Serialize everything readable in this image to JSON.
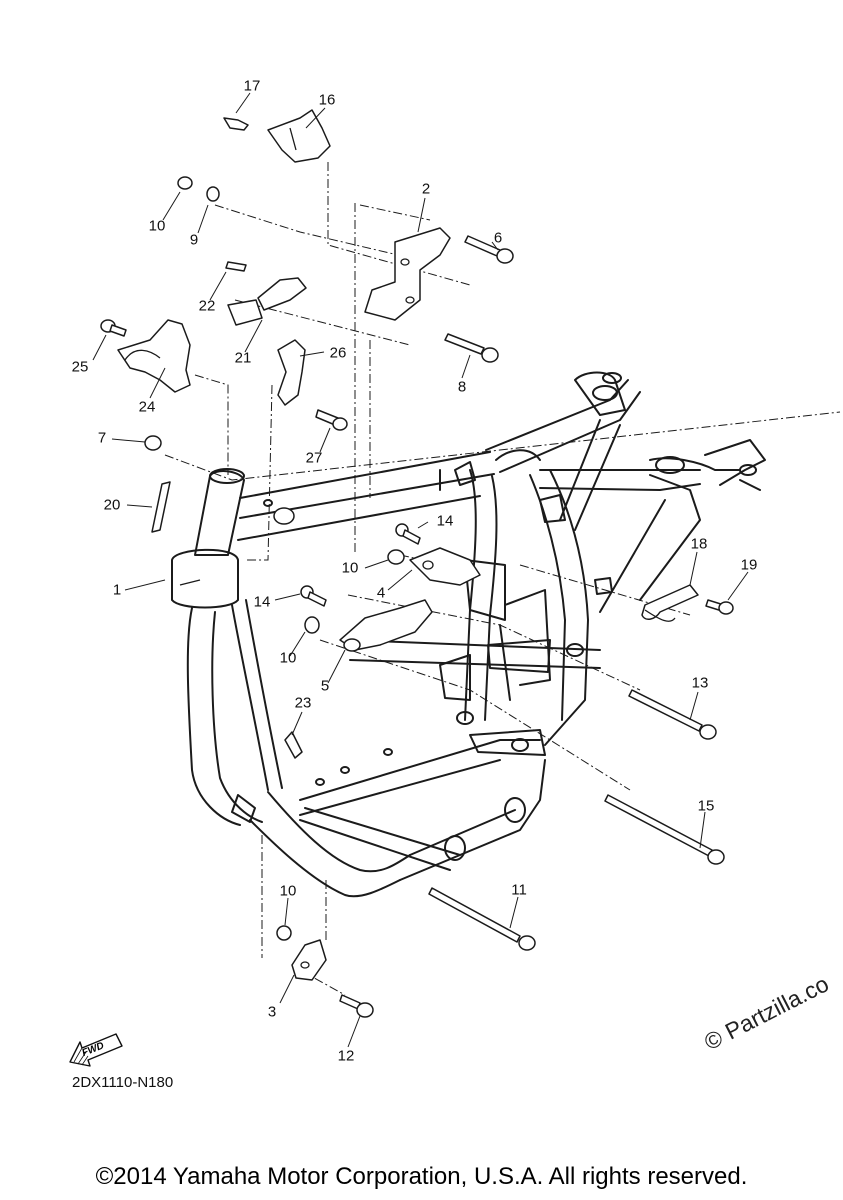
{
  "diagram": {
    "callouts": [
      {
        "id": "c17",
        "label": "17"
      },
      {
        "id": "c16",
        "label": "16"
      },
      {
        "id": "c2",
        "label": "2"
      },
      {
        "id": "c10a",
        "label": "10"
      },
      {
        "id": "c9",
        "label": "9"
      },
      {
        "id": "c6",
        "label": "6"
      },
      {
        "id": "c22",
        "label": "22"
      },
      {
        "id": "c21",
        "label": "21"
      },
      {
        "id": "c26",
        "label": "26"
      },
      {
        "id": "c8",
        "label": "8"
      },
      {
        "id": "c25",
        "label": "25"
      },
      {
        "id": "c24",
        "label": "24"
      },
      {
        "id": "c27",
        "label": "27"
      },
      {
        "id": "c7",
        "label": "7"
      },
      {
        "id": "c20",
        "label": "20"
      },
      {
        "id": "c14a",
        "label": "14"
      },
      {
        "id": "c10b",
        "label": "10"
      },
      {
        "id": "c4",
        "label": "4"
      },
      {
        "id": "c1",
        "label": "1"
      },
      {
        "id": "c18",
        "label": "18"
      },
      {
        "id": "c19",
        "label": "19"
      },
      {
        "id": "c14b",
        "label": "14"
      },
      {
        "id": "c10c",
        "label": "10"
      },
      {
        "id": "c5",
        "label": "5"
      },
      {
        "id": "c13",
        "label": "13"
      },
      {
        "id": "c23",
        "label": "23"
      },
      {
        "id": "c15",
        "label": "15"
      },
      {
        "id": "c11",
        "label": "11"
      },
      {
        "id": "c10d",
        "label": "10"
      },
      {
        "id": "c3",
        "label": "3"
      },
      {
        "id": "c12",
        "label": "12"
      }
    ],
    "code": "2DX1110-N180",
    "fwd_label": "FWD"
  },
  "watermark": "© Partzilla.co",
  "copyright": "©2014 Yamaha Motor Corporation, U.S.A. All rights reserved."
}
